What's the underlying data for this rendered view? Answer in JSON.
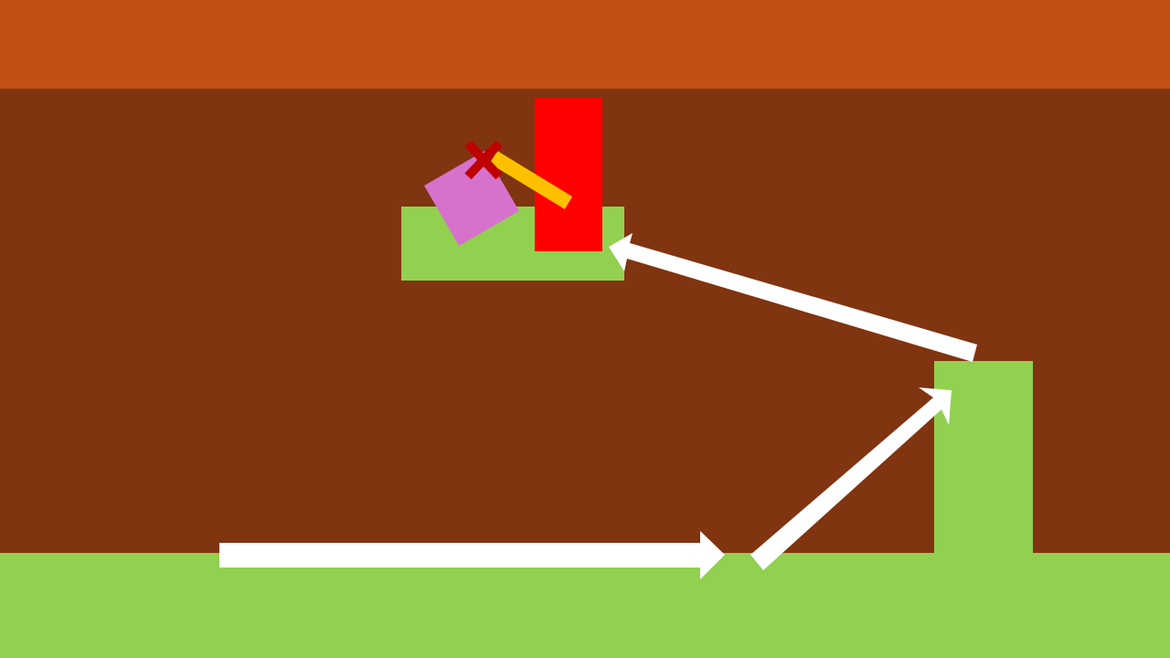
{
  "colors": {
    "sky": "#c25016",
    "cave_wall": "#803410",
    "grass": "#92d050",
    "obstacle": "#ff0000",
    "player_body": "#d672cc",
    "player_stick": "#ffc000",
    "cross_marker": "#c00000",
    "path_arrow": "#ffffff"
  },
  "icons": {
    "player": "pink-square-character",
    "stick": "yellow-stick",
    "marker": "x-cross-marker",
    "arrows": "path-arrow"
  },
  "path_arrows": [
    "arrow-right",
    "arrow-up-right",
    "arrow-up-left"
  ]
}
